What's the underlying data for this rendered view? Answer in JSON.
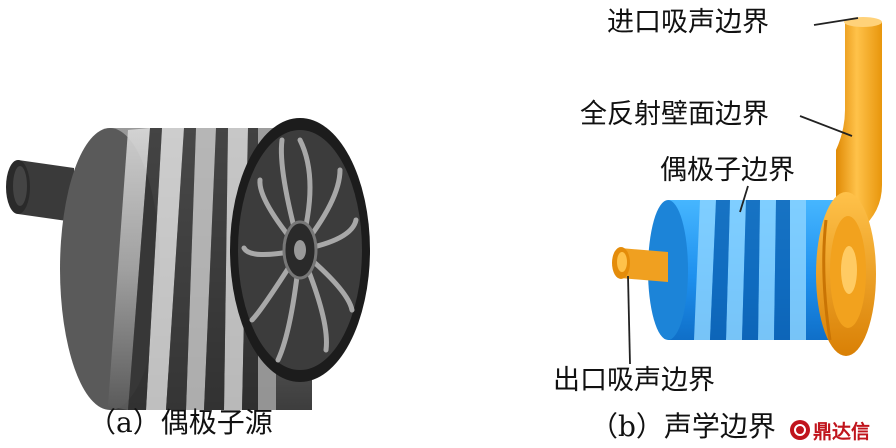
{
  "panel_a": {
    "caption": "（a）偶极子源"
  },
  "panel_b": {
    "caption": "（b）声学边界",
    "labels": {
      "inlet": "进口吸声边界",
      "wall": "全反射壁面边界",
      "dipole": "偶极子边界",
      "outlet": "出口吸声边界"
    }
  },
  "watermark": {
    "text": "鼎达信",
    "color": "#c0141c"
  },
  "colors": {
    "gray_body": "#7a7a7a",
    "blue_body": "#2b9bf2",
    "orange_pipe": "#f5a416"
  }
}
